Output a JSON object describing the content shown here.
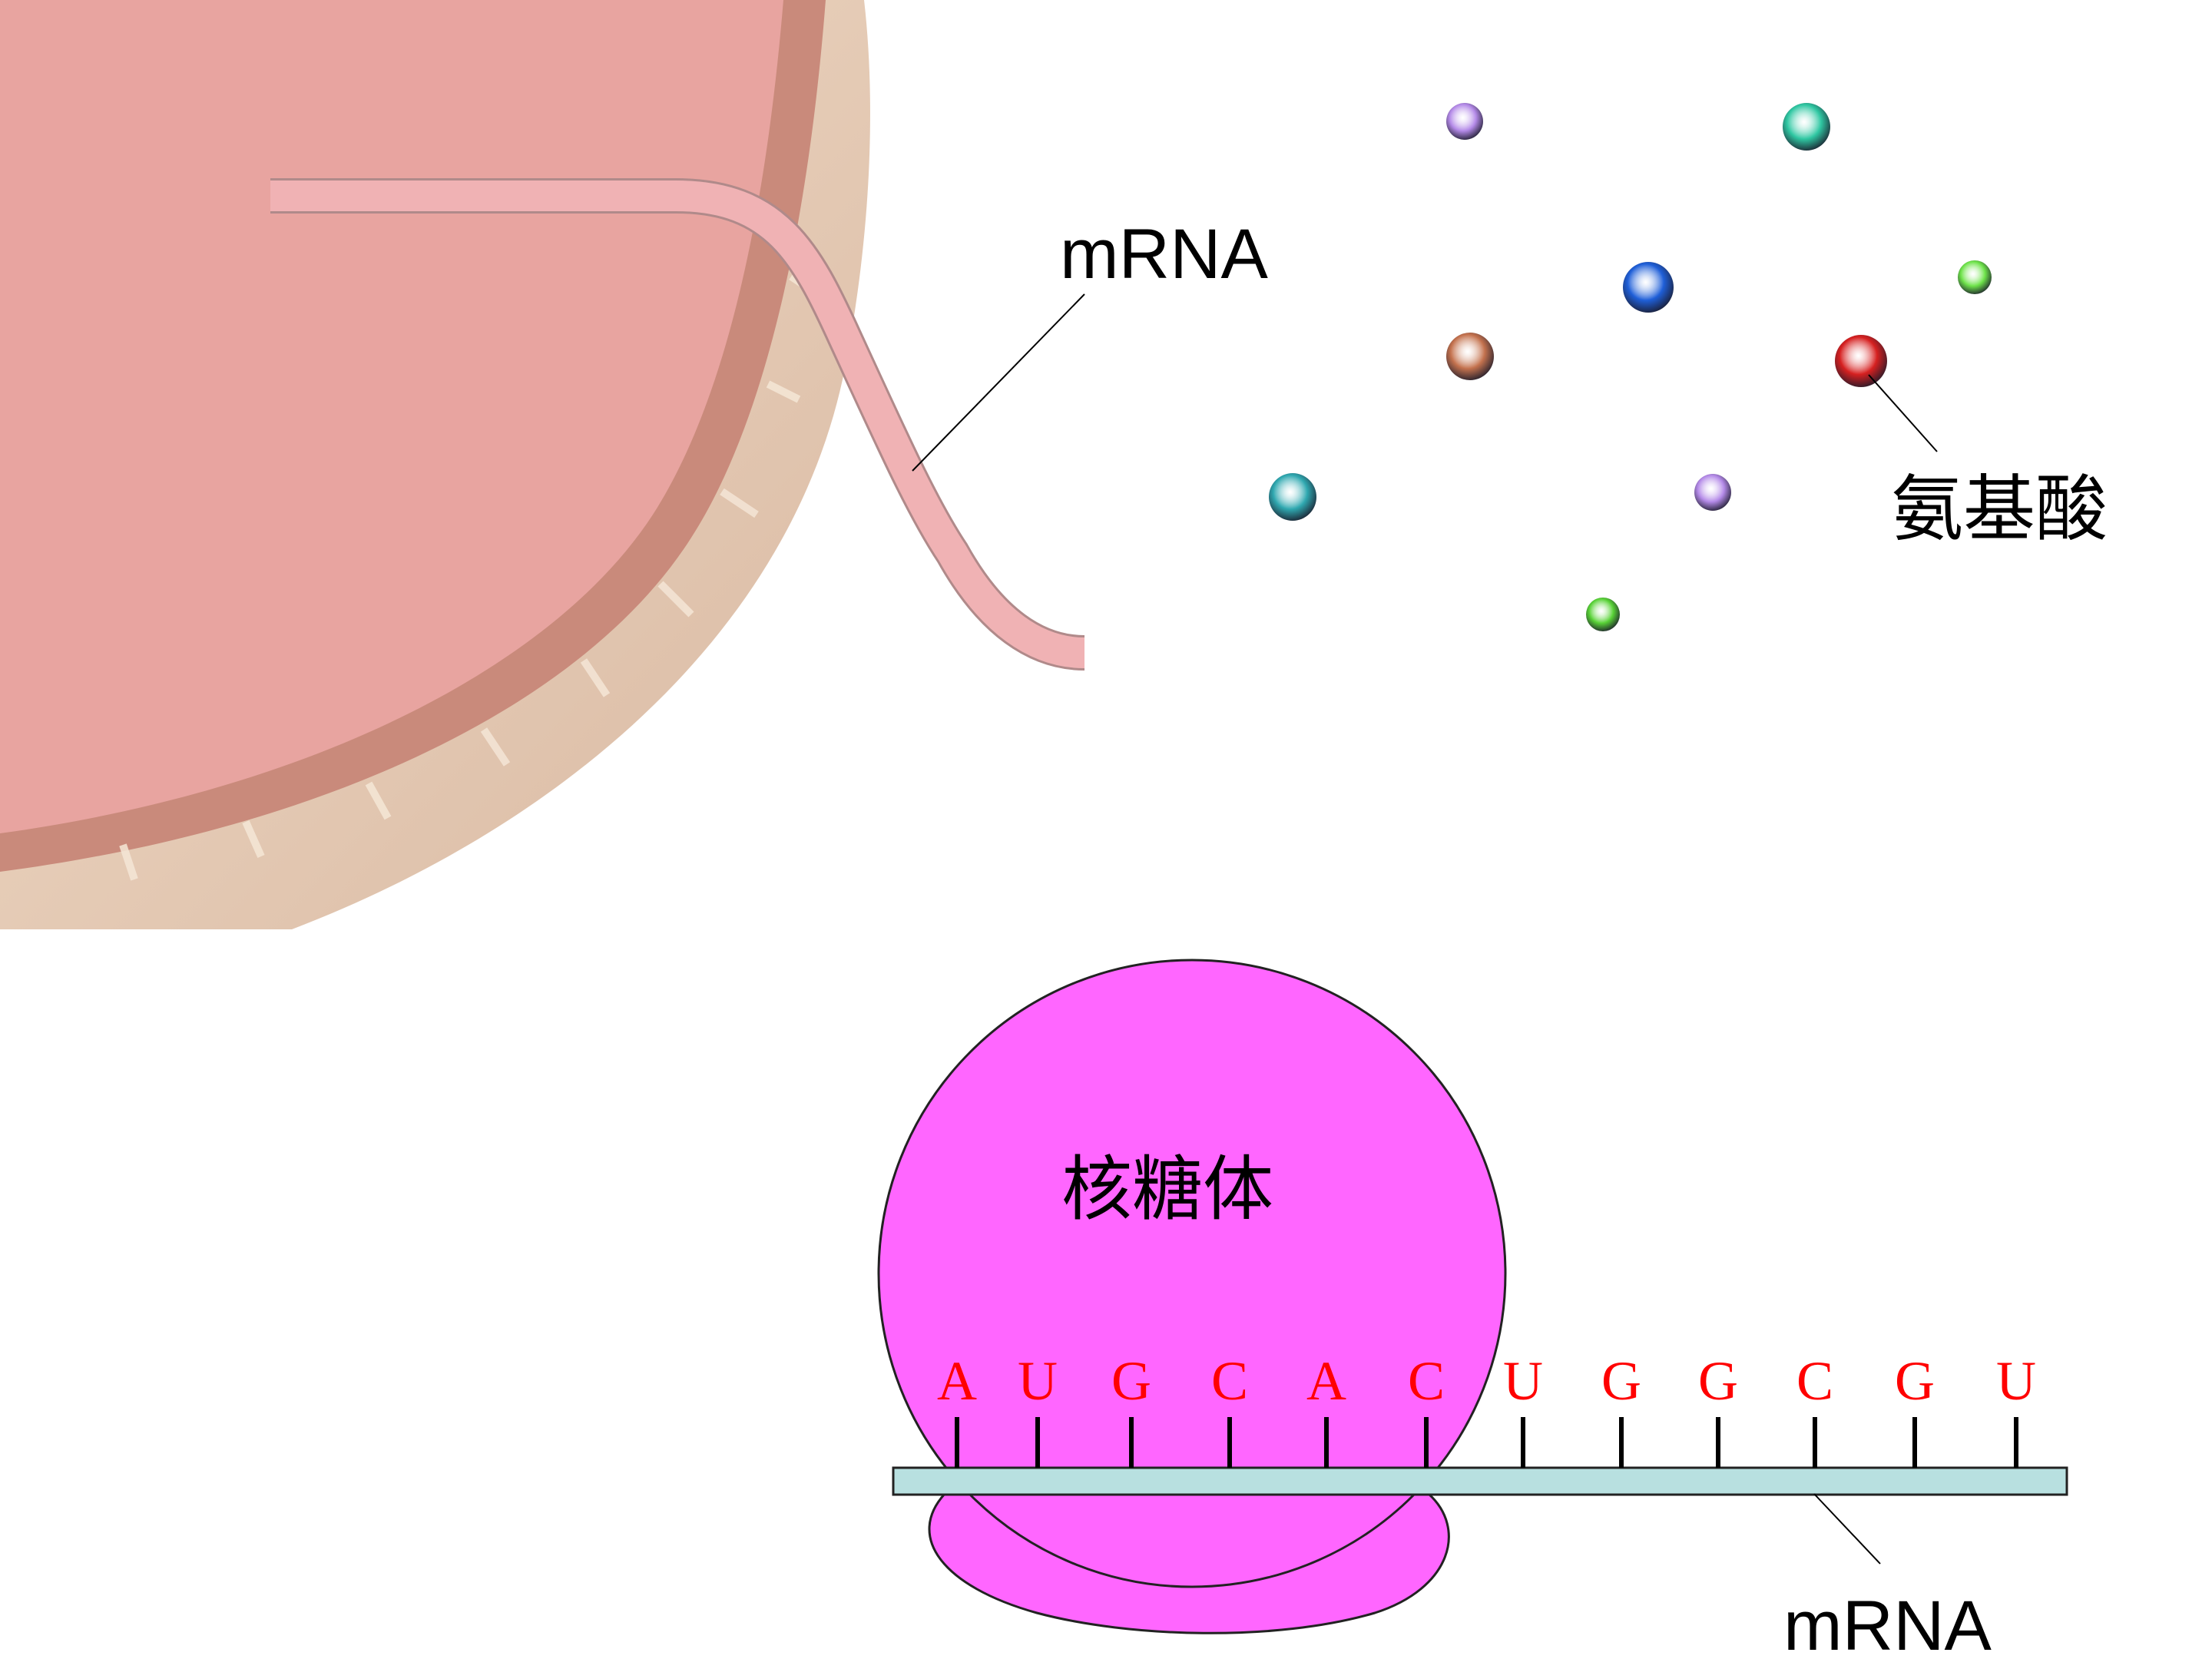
{
  "labels": {
    "mrna_top": "mRNA",
    "amino_acid": "氨基酸",
    "ribosome": "核糖体",
    "mrna_bottom": "mRNA"
  },
  "codon_bases": [
    "A",
    "U",
    "G",
    "C",
    "A",
    "C",
    "U",
    "G",
    "G",
    "C",
    "G",
    "U"
  ],
  "amino_acid_colors": [
    "#b48ae8",
    "#2fc7a2",
    "#1f5fd8",
    "#6ee34a",
    "#c4724e",
    "#d62020",
    "#2fa8b0",
    "#b48ae8",
    "#58d236"
  ],
  "colors": {
    "ribosome_fill": "#ff66ff",
    "mrna_strip_fill": "#b8e0e0",
    "base_letter": "#ff0000",
    "cell_interior": "#e8a4a0",
    "mrna_strand": "#f0b2b4"
  }
}
